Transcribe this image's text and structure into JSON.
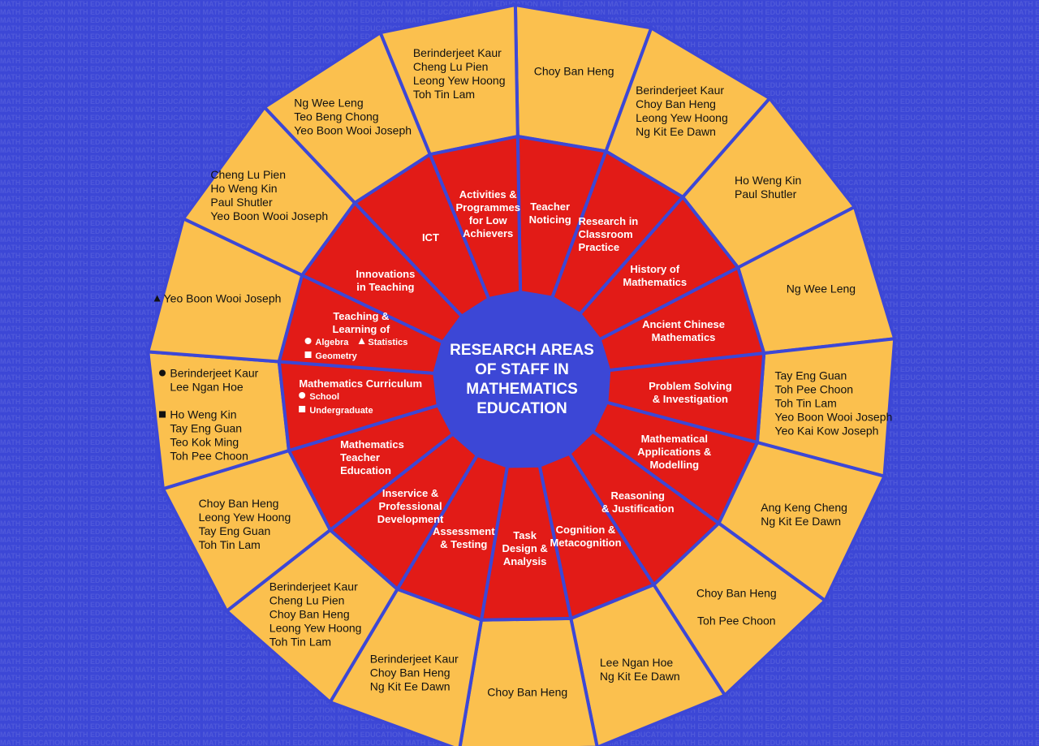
{
  "watermark_text": "MATH EDUCATION",
  "center_title": [
    "RESEARCH AREAS",
    "OF STAFF IN",
    "MATHEMATICS",
    "EDUCATION"
  ],
  "colors": {
    "background": "#3c47d6",
    "outer_ring": "#fbc04e",
    "inner_ring": "#e21b17",
    "divider": "#3c47d6",
    "hub": "#3c47d6"
  },
  "areas": [
    {
      "id": "teacher-noticing",
      "title": [
        "Teacher",
        "Noticing"
      ],
      "names": [
        [
          "Choy Ban Heng"
        ]
      ]
    },
    {
      "id": "research-classroom-practice",
      "title": [
        "Research in",
        "Classroom",
        "Practice"
      ],
      "align": "left",
      "names": [
        [
          "Berinderjeet Kaur",
          "Choy Ban Heng",
          "Leong Yew Hoong",
          "Ng Kit Ee Dawn"
        ]
      ]
    },
    {
      "id": "history-of-mathematics",
      "title": [
        "History of",
        "Mathematics"
      ],
      "names": [
        [
          "Ho Weng Kin",
          "Paul Shutler"
        ]
      ]
    },
    {
      "id": "ancient-chinese-mathematics",
      "title": [
        "Ancient Chinese",
        "Mathematics"
      ],
      "names": [
        [
          "Ng Wee Leng"
        ]
      ]
    },
    {
      "id": "problem-solving",
      "title": [
        "Problem Solving",
        "& Investigation"
      ],
      "names": [
        [
          "Tay Eng Guan",
          "Toh Pee Choon",
          "Toh Tin Lam",
          "Yeo Boon Wooi Joseph",
          "Yeo Kai Kow Joseph"
        ]
      ]
    },
    {
      "id": "mathematical-applications",
      "title": [
        "Mathematical",
        "Applications &",
        "Modelling"
      ],
      "names": [
        [
          "Ang Keng Cheng",
          "Ng Kit Ee Dawn"
        ]
      ]
    },
    {
      "id": "reasoning-justification",
      "title": [
        "Reasoning",
        "& Justification"
      ],
      "names": [
        [
          "Choy Ban Heng"
        ],
        [
          "Toh Pee Choon"
        ]
      ]
    },
    {
      "id": "cognition-metacognition",
      "title": [
        "Cognition &",
        "Metacognition"
      ],
      "names": [
        [
          "Lee Ngan Hoe",
          "Ng Kit Ee Dawn"
        ]
      ]
    },
    {
      "id": "task-design",
      "title": [
        "Task",
        "Design &",
        "Analysis"
      ],
      "names": [
        [
          "Choy Ban Heng"
        ]
      ]
    },
    {
      "id": "assessment-testing",
      "title": [
        "Assessment",
        "& Testing"
      ],
      "names": [
        [
          "Berinderjeet Kaur",
          "Choy Ban Heng",
          "Ng Kit Ee Dawn"
        ]
      ]
    },
    {
      "id": "inservice-professional-development",
      "title": [
        "Inservice &",
        "Professional",
        "Development"
      ],
      "names": [
        [
          "Berinderjeet Kaur",
          "Cheng Lu Pien",
          "Choy Ban Heng",
          "Leong Yew Hoong",
          "Toh Tin Lam"
        ]
      ]
    },
    {
      "id": "mathematics-teacher-education",
      "title": [
        "Mathematics",
        "Teacher",
        "Education"
      ],
      "align": "left",
      "names": [
        [
          "Choy Ban Heng",
          "Leong Yew Hoong",
          "Tay Eng Guan",
          "Toh Tin Lam"
        ]
      ]
    },
    {
      "id": "mathematics-curriculum",
      "title": [
        "Mathematics Curriculum"
      ],
      "subs": [
        [
          {
            "icon": "circle",
            "text": "School"
          }
        ],
        [
          {
            "icon": "square",
            "text": "Undergraduate"
          }
        ]
      ],
      "names": [],
      "groups": [
        {
          "icon": "circle",
          "names": [
            "Berinderjeet Kaur",
            "Lee Ngan Hoe"
          ]
        },
        {
          "icon": "square",
          "names": [
            "Ho Weng Kin",
            "Tay Eng Guan",
            "Teo Kok Ming",
            "Toh Pee Choon"
          ]
        }
      ]
    },
    {
      "id": "teaching-learning",
      "title": [
        "Teaching &",
        "Learning of"
      ],
      "subs": [
        [
          {
            "icon": "circle",
            "text": "Algebra"
          },
          {
            "icon": "triangle",
            "text": "Statistics"
          }
        ],
        [
          {
            "icon": "square",
            "text": "Geometry"
          }
        ]
      ],
      "names": [],
      "groups": [
        {
          "icon": "triangle",
          "names": [
            "Yeo Boon Wooi Joseph"
          ]
        }
      ]
    },
    {
      "id": "innovations-in-teaching",
      "title": [
        "Innovations",
        "in Teaching"
      ],
      "names": [
        [
          "Cheng Lu Pien",
          "Ho Weng Kin",
          "Paul Shutler",
          "Yeo Boon Wooi Joseph"
        ]
      ]
    },
    {
      "id": "ict",
      "title": [
        "ICT"
      ],
      "names": [
        [
          "Ng Wee Leng",
          "Teo Beng Chong",
          "Yeo Boon Wooi Joseph"
        ]
      ]
    },
    {
      "id": "activities-low-achievers",
      "title": [
        "Activities &",
        "Programmes",
        "for Low",
        "Achievers"
      ],
      "names": [
        [
          "Berinderjeet Kaur",
          "Cheng Lu Pien",
          "Leong Yew Hoong",
          "Toh Tin Lam"
        ]
      ]
    }
  ]
}
